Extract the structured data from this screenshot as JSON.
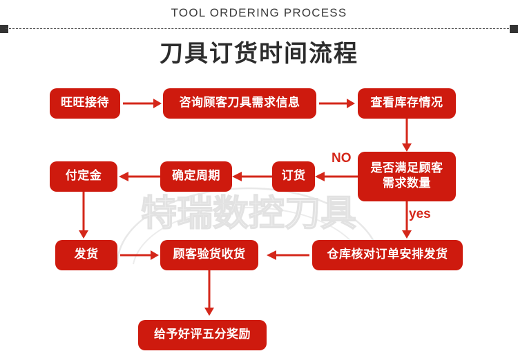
{
  "header": {
    "eyebrow": "TOOL ORDERING PROCESS",
    "title": "刀具订货时间流程"
  },
  "watermark": {
    "text": "特瑞数控刀具"
  },
  "colors": {
    "node_red": "#ce1a0e",
    "arrow_red": "#d4271a",
    "title_gray": "#2c2c2c",
    "rule_gray": "#4a4a4a",
    "cap_dark": "#333333"
  },
  "flow": {
    "nodes": [
      {
        "id": "n1",
        "label": "旺旺接待"
      },
      {
        "id": "n2",
        "label": "咨询顾客刀具需求信息"
      },
      {
        "id": "n3",
        "label": "查看库存情况"
      },
      {
        "id": "n4",
        "label": "是否满足顾客\n需求数量"
      },
      {
        "id": "n5",
        "label": "订货"
      },
      {
        "id": "n6",
        "label": "确定周期"
      },
      {
        "id": "n7",
        "label": "付定金"
      },
      {
        "id": "n8",
        "label": "发货"
      },
      {
        "id": "n9",
        "label": "顾客验货收货"
      },
      {
        "id": "n10",
        "label": "仓库核对订单安排发货"
      },
      {
        "id": "n11",
        "label": "给予好评五分奖励"
      }
    ],
    "edge_labels": [
      {
        "id": "no",
        "text": "NO"
      },
      {
        "id": "yes",
        "text": "yes"
      }
    ]
  }
}
